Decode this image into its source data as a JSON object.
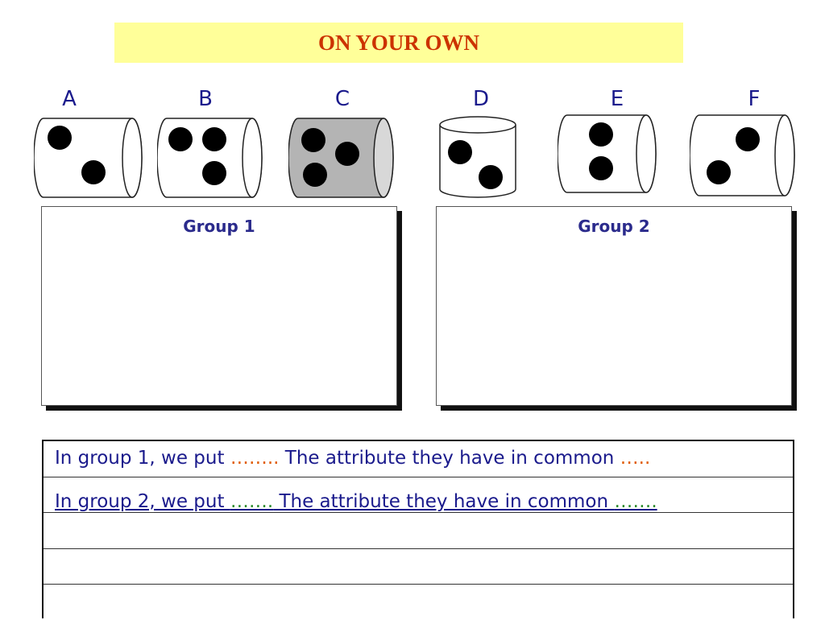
{
  "title": "ON YOUR OWN",
  "dice": [
    {
      "letter": "A",
      "dots": 2
    },
    {
      "letter": "B",
      "dots": 3
    },
    {
      "letter": "C",
      "dots": 3
    },
    {
      "letter": "D",
      "dots": 2
    },
    {
      "letter": "E",
      "dots": 2
    },
    {
      "letter": "F",
      "dots": 2
    }
  ],
  "groups": {
    "group1": "Group 1",
    "group2": "Group 2"
  },
  "answers": {
    "row1": {
      "prefix": "In group 1, we put ",
      "dots1": "……..",
      "middle": " The attribute they have in common ",
      "dots2": "….."
    },
    "row2": {
      "prefix": "In group 2,  we put ",
      "dots1": "…….",
      "middle": " The attribute they have in common ",
      "dots2": "……."
    }
  },
  "colors": {
    "title_bg": "#ffff99",
    "title_text": "#cc3300",
    "label_text": "#1a1a8c",
    "die_c_fill": "#b4b4b4"
  }
}
